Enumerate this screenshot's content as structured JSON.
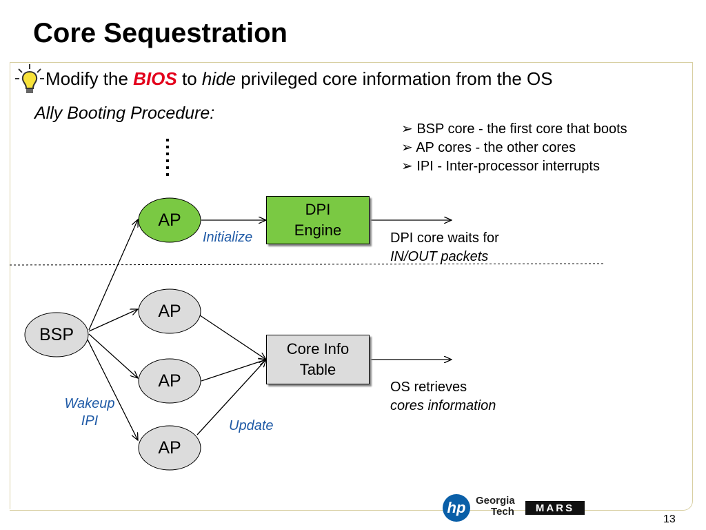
{
  "slide": {
    "title": "Core Sequestration",
    "page_number": "13"
  },
  "bullet": {
    "prefix": "Modify the ",
    "bios": "BIOS",
    "mid": " to ",
    "hide": "hide",
    "suffix": " privileged core information from the OS"
  },
  "subheading": "Ally Booting Procedure:",
  "legend": [
    "➢ BSP core - the first core that boots",
    "➢ AP cores - the other cores",
    "➢ IPI - Inter-processor interrupts"
  ],
  "nodes": {
    "bsp": "BSP",
    "ap_top": "AP",
    "ap_1": "AP",
    "ap_2": "AP",
    "ap_3": "AP"
  },
  "boxes": {
    "dpi_line1": "DPI",
    "dpi_line2": "Engine",
    "core_info_line1": "Core Info",
    "core_info_line2": "Table"
  },
  "labels": {
    "initialize": "Initialize",
    "update": "Update",
    "wakeup_line1": "Wakeup",
    "wakeup_line2": "IPI"
  },
  "notes": {
    "dpi_line1": "DPI core waits for",
    "dpi_line2": "IN/OUT packets",
    "os_line1": "OS retrieves",
    "os_line2": "cores information"
  },
  "logos": {
    "hp": "hp",
    "gt_line1": "Georgia",
    "gt_line2": "Tech",
    "mars": "MARS"
  },
  "colors": {
    "ap_green": "#7ac943",
    "dpi_box_green": "#7ac943",
    "gray_node": "#dcdcdc",
    "blue_label": "#1f5aa6",
    "bios_red": "#e3001b"
  }
}
